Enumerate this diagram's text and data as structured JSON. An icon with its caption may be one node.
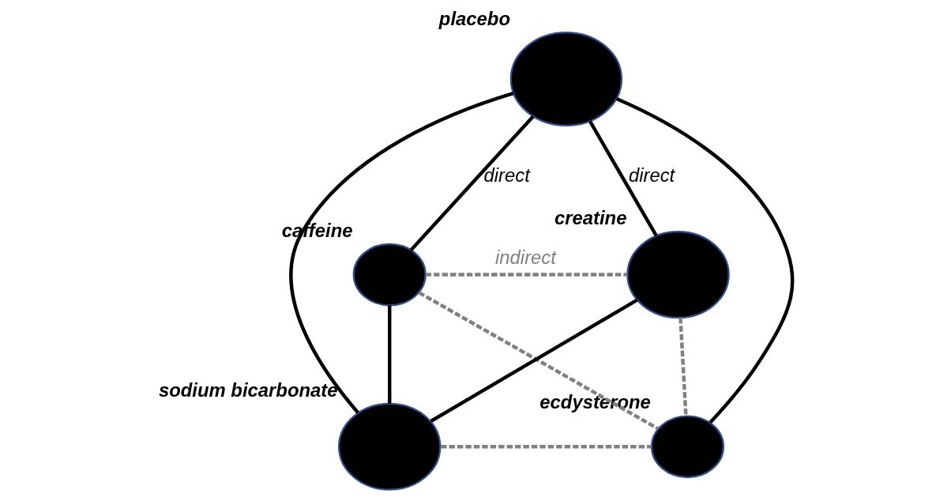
{
  "diagram": {
    "nodes": [
      {
        "text": [],
        "shape": "circle",
        "beside": [
          "placebo"
        ]
      },
      {
        "text": [],
        "shape": "circle",
        "beside": [
          "caffeine"
        ]
      },
      {
        "text": [],
        "shape": "circle",
        "beside": [
          "creatine"
        ]
      },
      {
        "text": [],
        "shape": "circle",
        "beside": [
          "sodium bicarbonate"
        ]
      },
      {
        "text": [],
        "shape": "circle",
        "beside": [
          "ecdysterone"
        ]
      }
    ],
    "edges": [
      {
        "from": 0,
        "to": 1,
        "arrow": "none",
        "label": "direct"
      },
      {
        "from": 0,
        "to": 2,
        "arrow": "none",
        "label": "direct"
      },
      {
        "from": 0,
        "to": 3,
        "arrow": "none"
      },
      {
        "from": 0,
        "to": 4,
        "arrow": "none"
      },
      {
        "from": 1,
        "to": 2,
        "arrow": "none",
        "label": "indirect",
        "style": "dashed",
        "color": "#808080"
      },
      {
        "from": 1,
        "to": 3,
        "arrow": "none"
      },
      {
        "from": 1,
        "to": 4,
        "arrow": "none",
        "style": "dashed",
        "color": "#808080"
      },
      {
        "from": 2,
        "to": 3,
        "arrow": "none"
      },
      {
        "from": 2,
        "to": 4,
        "arrow": "none",
        "style": "dashed",
        "color": "#808080"
      },
      {
        "from": 3,
        "to": 4,
        "arrow": "none",
        "style": "dashed",
        "color": "#808080"
      }
    ]
  }
}
